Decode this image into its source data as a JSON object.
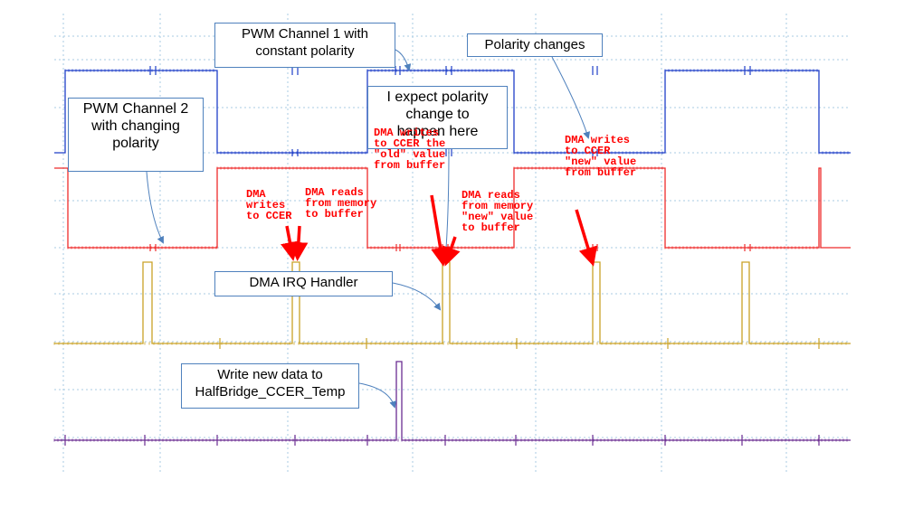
{
  "colors": {
    "ch1": "#1f3fc8",
    "ch2": "#ee2b2b",
    "ch3": "#c9a227",
    "ch4": "#6a2c91",
    "grid": "#a9cbe3",
    "callout_border": "#4f81bd",
    "arrow_red": "#ff0000"
  },
  "callouts": {
    "pwm1": "PWM Channel 1 with\nconstant polarity",
    "pwm2": "PWM Channel 2\nwith changing\npolarity",
    "expect": "I expect polarity\nchange to\nhappen here",
    "polarity_changes": "Polarity changes",
    "dma_irq": "DMA IRQ Handler",
    "write_new": "Write new data to\nHalfBridge_CCER_Temp"
  },
  "notes": {
    "dma_writes_1": "DMA\nwrites\nto CCER",
    "dma_reads_1": "DMA reads\nfrom memory\nto buffer",
    "dma_writes_2": "DMA writes\nto CCER the\n\"old\" value\nfrom buffer",
    "dma_reads_2": "DMA reads\nfrom memory\n\"new\" value\nto buffer",
    "dma_writes_3": "DMA writes\nto CCER\n\"new\" value\nfrom buffer"
  }
}
